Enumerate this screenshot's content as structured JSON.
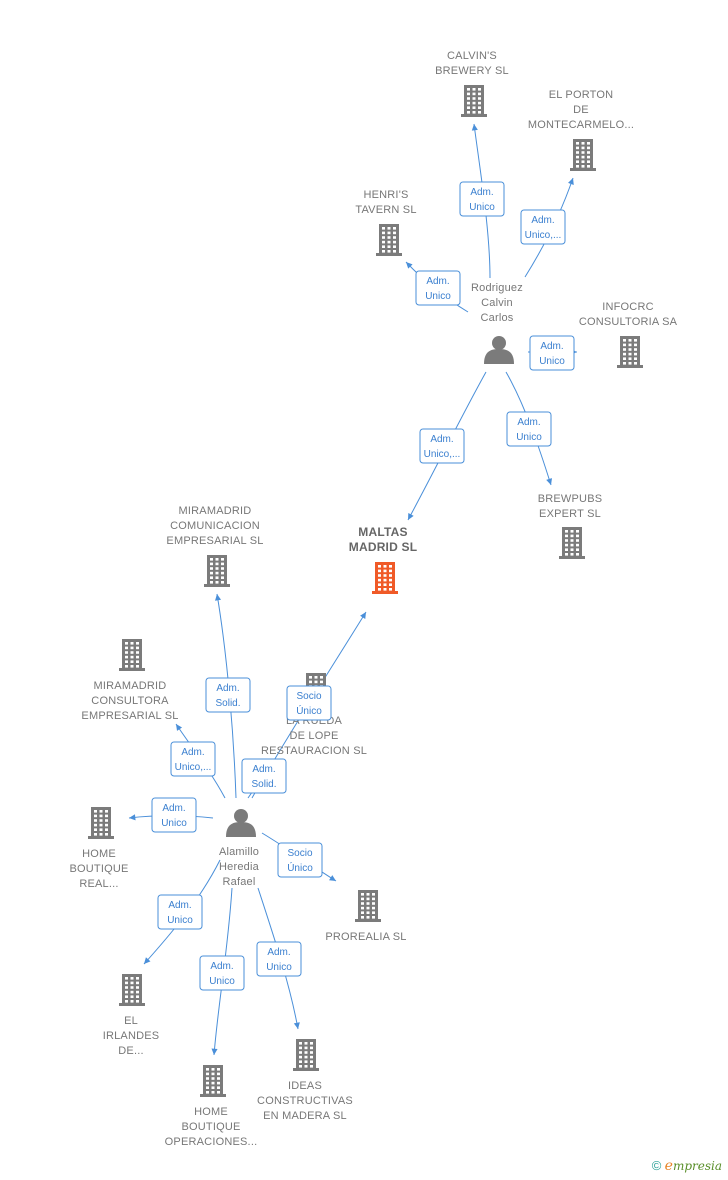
{
  "brand": {
    "copyright_symbol": "©",
    "first_letter": "e",
    "rest": "mpresia"
  },
  "nodes": [
    {
      "id": "calvins",
      "type": "company",
      "label": [
        "CALVIN'S",
        "BREWERY  SL"
      ]
    },
    {
      "id": "porton",
      "type": "company",
      "label": [
        "EL PORTON",
        "DE",
        "MONTECARMELO..."
      ]
    },
    {
      "id": "henris",
      "type": "company",
      "label": [
        "HENRI'S",
        "TAVERN  SL"
      ]
    },
    {
      "id": "rodriguez",
      "type": "person",
      "label": [
        "Rodriguez",
        "Calvin",
        "Carlos"
      ]
    },
    {
      "id": "infocrc",
      "type": "company",
      "label": [
        "INFOCRC",
        "CONSULTORIA SA"
      ]
    },
    {
      "id": "brewpubs",
      "type": "company",
      "label": [
        "BREWPUBS",
        "EXPERT  SL"
      ]
    },
    {
      "id": "maltas",
      "type": "company",
      "main": true,
      "label": [
        "MALTAS",
        "MADRID  SL"
      ]
    },
    {
      "id": "miramadrid_com",
      "type": "company",
      "label": [
        "MIRAMADRID",
        "COMUNICACION",
        "EMPRESARIAL SL"
      ]
    },
    {
      "id": "miramadrid_cons",
      "type": "company",
      "label": [
        "MIRAMADRID",
        "CONSULTORA",
        "EMPRESARIAL SL"
      ]
    },
    {
      "id": "rueda",
      "type": "company",
      "label": [
        "LA RUEDA",
        "DE LOPE",
        "RESTAURACION SL"
      ]
    },
    {
      "id": "alamillo",
      "type": "person",
      "label": [
        "Alamillo",
        "Heredia",
        "Rafael"
      ]
    },
    {
      "id": "home_real",
      "type": "company",
      "label": [
        "HOME",
        "BOUTIQUE",
        "REAL..."
      ]
    },
    {
      "id": "prorealia",
      "type": "company",
      "label": [
        "PROREALIA  SL"
      ]
    },
    {
      "id": "irlandes",
      "type": "company",
      "label": [
        "EL",
        "IRLANDES",
        "DE..."
      ]
    },
    {
      "id": "home_ops",
      "type": "company",
      "label": [
        "HOME",
        "BOUTIQUE",
        "OPERACIONES..."
      ]
    },
    {
      "id": "ideas",
      "type": "company",
      "label": [
        "IDEAS",
        "CONSTRUCTIVAS",
        "EN MADERA SL"
      ]
    }
  ],
  "edges": [
    {
      "from": "rodriguez",
      "to": "calvins",
      "label": [
        "Adm.",
        "Unico"
      ]
    },
    {
      "from": "rodriguez",
      "to": "porton",
      "label": [
        "Adm.",
        "Unico,..."
      ]
    },
    {
      "from": "rodriguez",
      "to": "henris",
      "label": [
        "Adm.",
        "Unico"
      ]
    },
    {
      "from": "rodriguez",
      "to": "infocrc",
      "label": [
        "Adm.",
        "Unico"
      ]
    },
    {
      "from": "rodriguez",
      "to": "brewpubs",
      "label": [
        "Adm.",
        "Unico"
      ]
    },
    {
      "from": "rodriguez",
      "to": "maltas",
      "label": [
        "Adm.",
        "Unico,..."
      ]
    },
    {
      "from": "alamillo",
      "to": "maltas",
      "label": [
        "Socio",
        "Único"
      ]
    },
    {
      "from": "alamillo",
      "to": "miramadrid_com",
      "label": [
        "Adm.",
        "Solid."
      ]
    },
    {
      "from": "alamillo",
      "to": "rueda",
      "label": [
        "Adm.",
        "Solid."
      ]
    },
    {
      "from": "alamillo",
      "to": "miramadrid_cons",
      "label": [
        "Adm.",
        "Unico,..."
      ]
    },
    {
      "from": "alamillo",
      "to": "home_real",
      "label": [
        "Adm.",
        "Unico"
      ]
    },
    {
      "from": "alamillo",
      "to": "prorealia",
      "label": [
        "Socio",
        "Único"
      ]
    },
    {
      "from": "alamillo",
      "to": "irlandes",
      "label": [
        "Adm.",
        "Unico"
      ]
    },
    {
      "from": "alamillo",
      "to": "home_ops",
      "label": [
        "Adm.",
        "Unico"
      ]
    },
    {
      "from": "alamillo",
      "to": "ideas",
      "label": [
        "Adm.",
        "Unico"
      ]
    }
  ]
}
